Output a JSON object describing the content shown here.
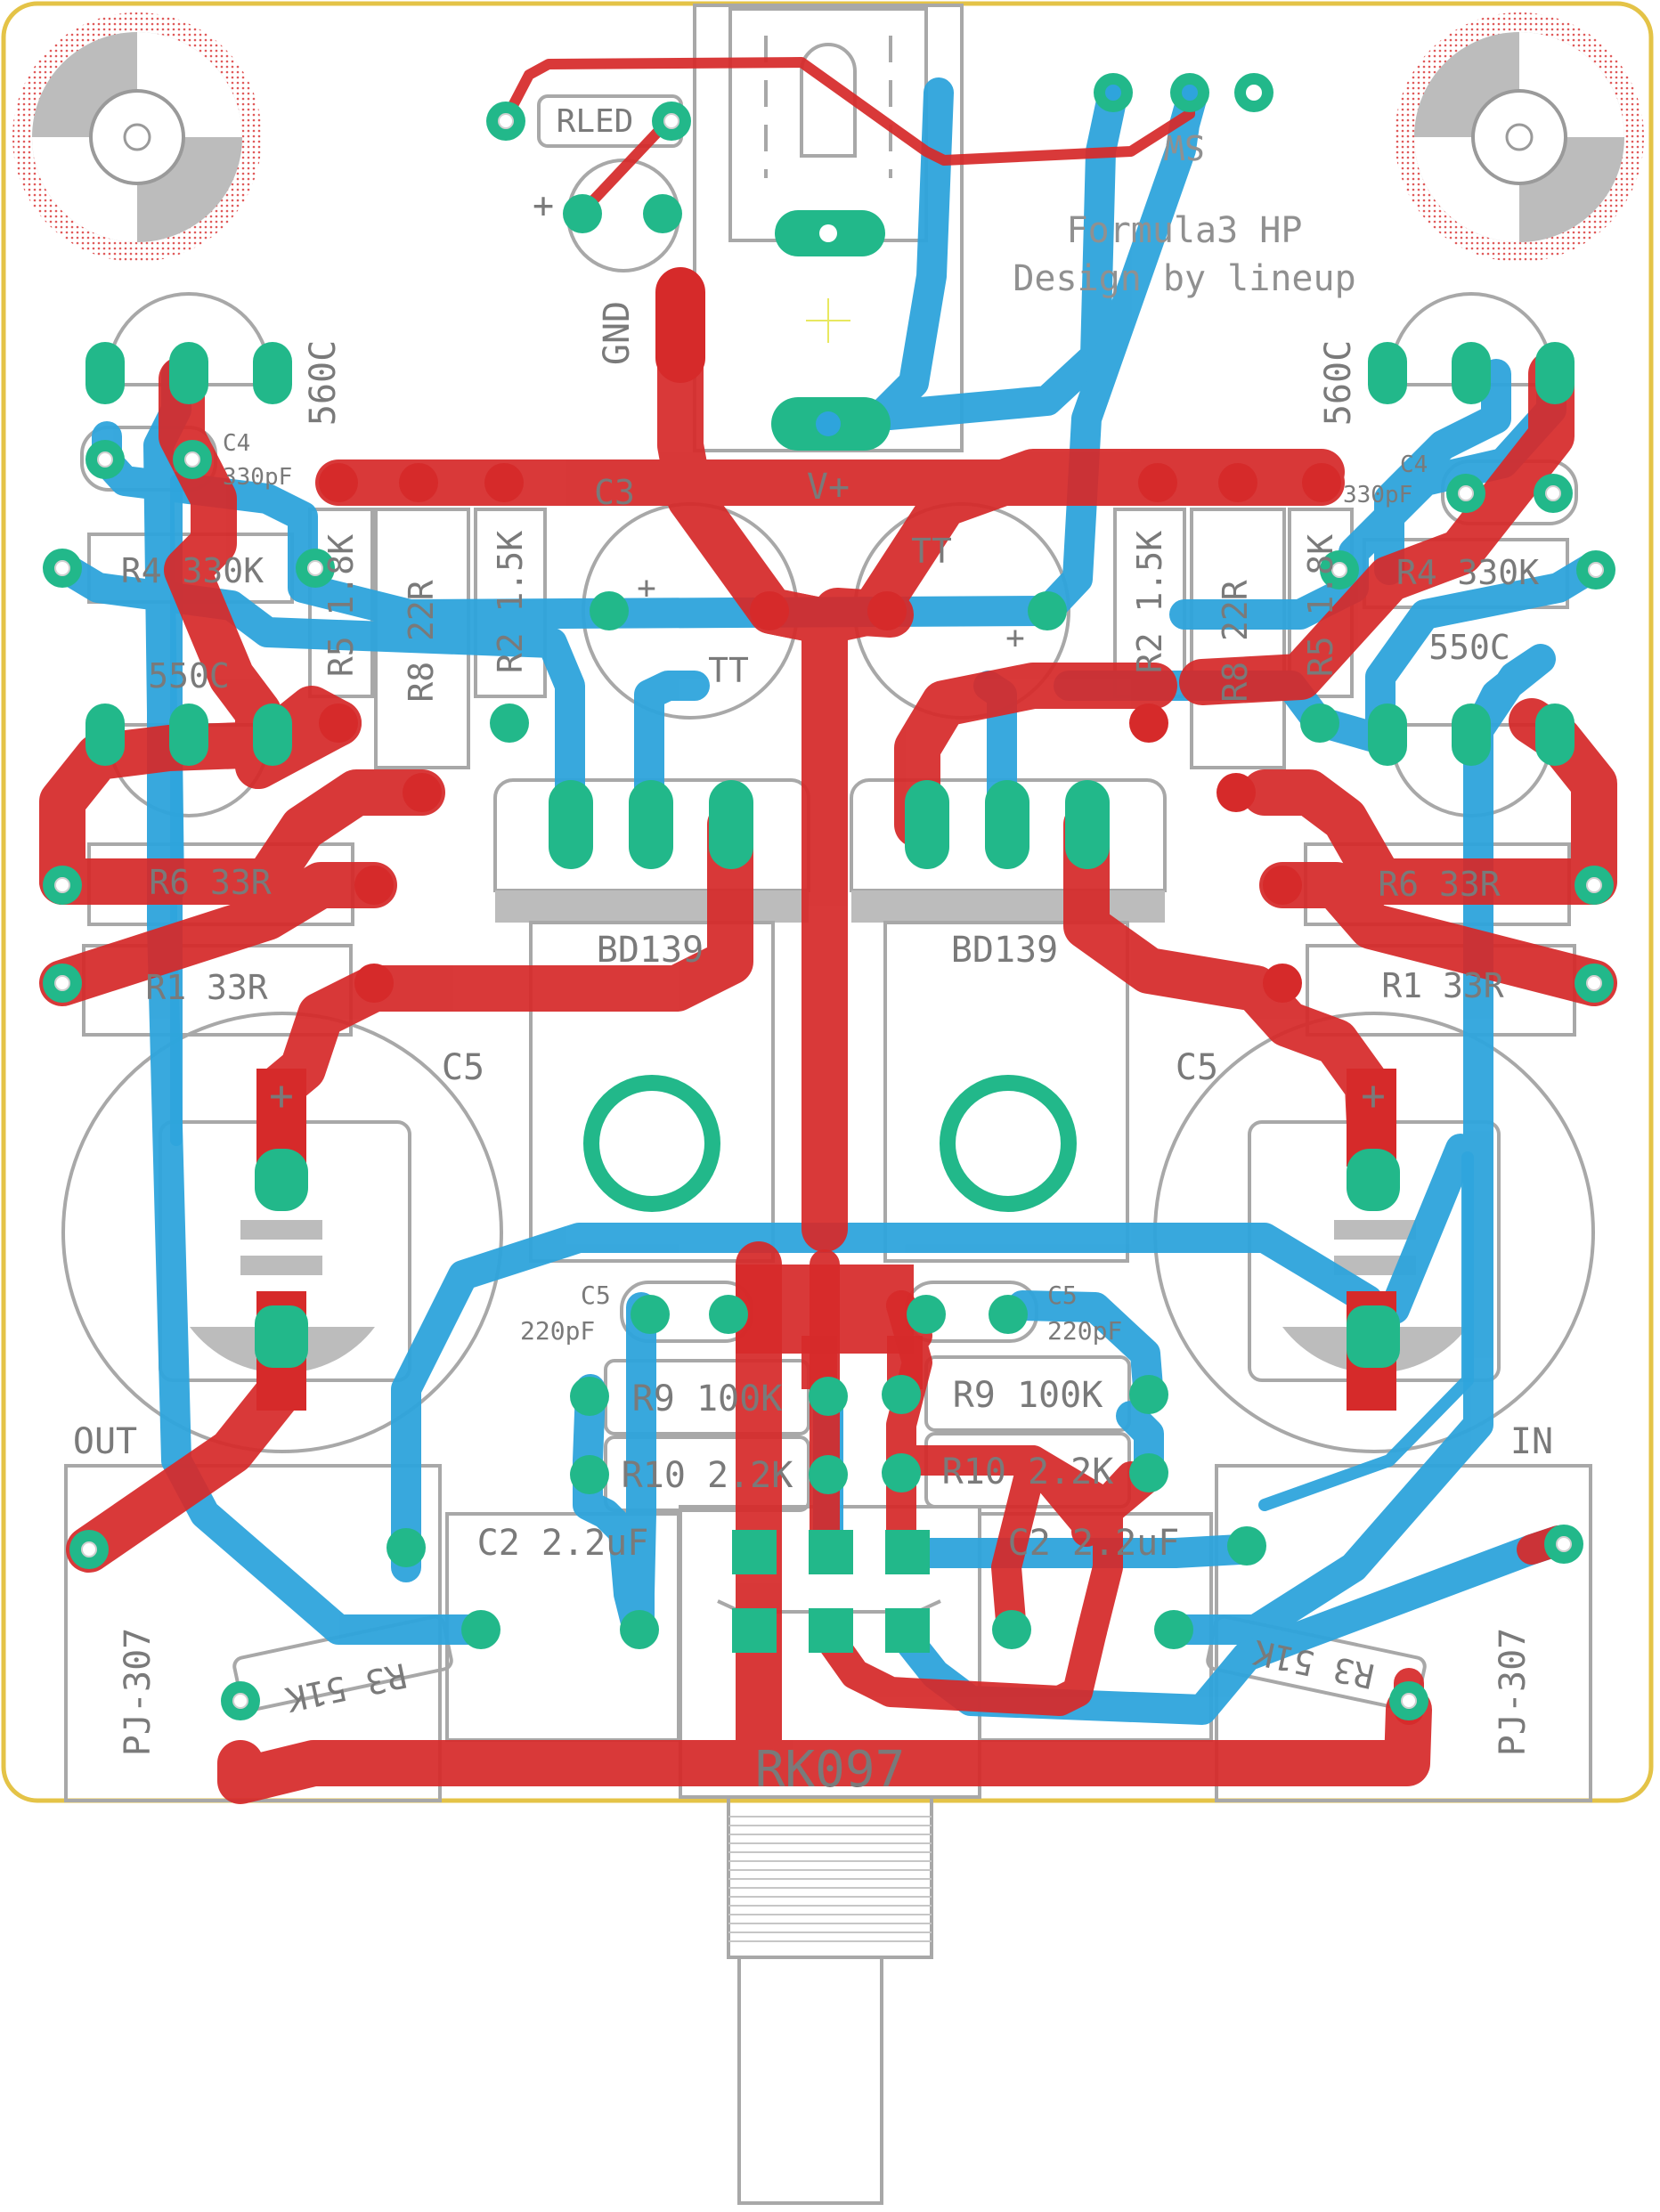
{
  "board": {
    "title_line1": "Formula3 HP",
    "title_line2": "Design by lineup",
    "colors": {
      "top_copper": "#d62a2a",
      "bottom_copper": "#2ea4dc",
      "pad": "#22b88a",
      "outline": "#e4c347",
      "silkscreen": "#a8a8a8"
    }
  },
  "labels": {
    "rled": "RLED",
    "sw": "SW",
    "gnd": "GND",
    "vplus": "V+",
    "plus": "+",
    "c3": "C3",
    "tt": "TT",
    "q560_left": "560C",
    "q560_right": "560C",
    "c4_left": "C4",
    "c4_left_val": "330pF",
    "c4_right": "C4",
    "c4_right_val": "330pF",
    "r4_left": "R4 330K",
    "r4_right": "R4 330K",
    "r5_left": "R5 1.8K",
    "r5_right": "R5 1.8K",
    "r8_left": "R8 22R",
    "r8_right": "R8 22R",
    "r2_left": "R2 1.5K",
    "r2_right": "R2 1.5K",
    "q550_left": "550C",
    "q550_right": "550C",
    "r6_left": "R6 33R",
    "r6_right": "R6 33R",
    "r1_left": "R1 33R",
    "r1_right": "R1 33R",
    "bd139_left": "BD139",
    "bd139_right": "BD139",
    "c5_big_left": "C5",
    "c5_big_right": "C5",
    "c5_small_left": "C5",
    "c5_small_left_val": "220pF",
    "c5_small_right": "C5",
    "c5_small_right_val": "220pF",
    "r9_left": "R9 100K",
    "r9_right": "R9 100K",
    "r10_left": "R10 2.2K",
    "r10_right": "R10 2.2K",
    "out": "OUT",
    "in": "IN",
    "c2_left": "C2 2.2uF",
    "c2_right": "C2 2.2uF",
    "r3_left": "R3 51K",
    "r3_right": "R3 51K",
    "pj_left": "PJ-307",
    "pj_right": "PJ-307",
    "rk097": "RK097"
  }
}
